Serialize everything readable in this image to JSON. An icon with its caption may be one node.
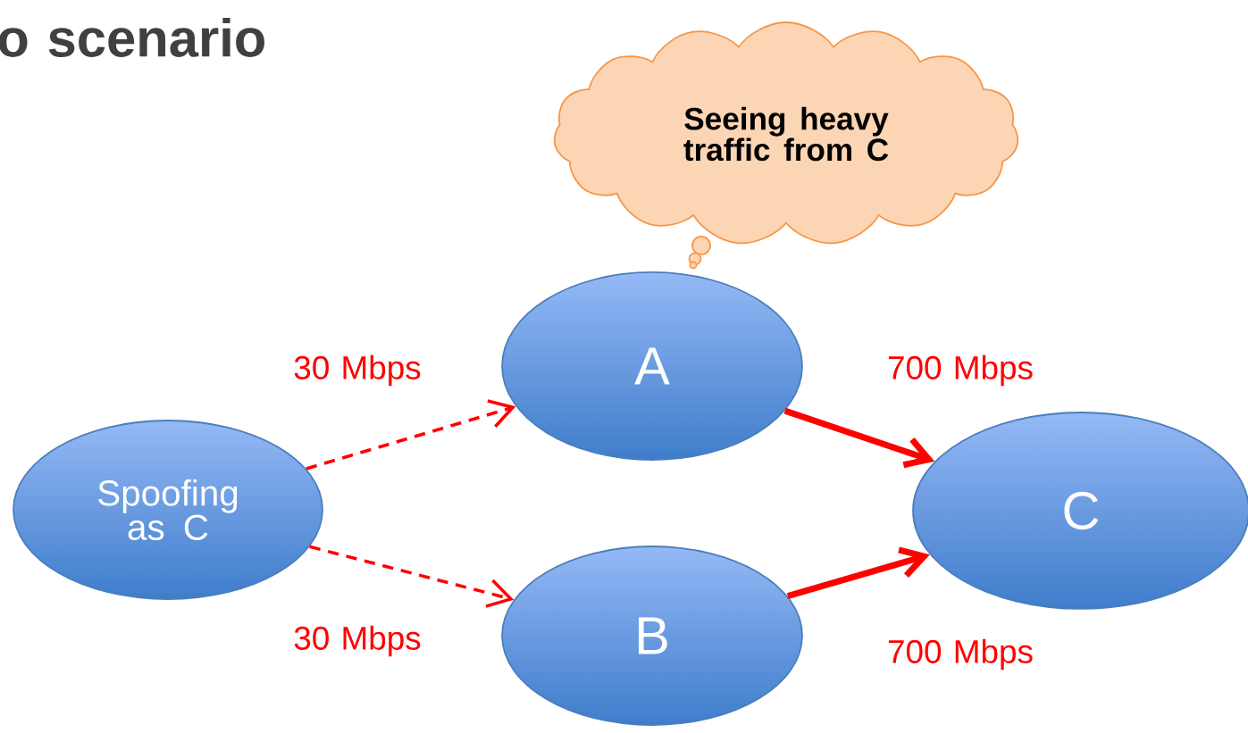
{
  "diagram": {
    "title": "o scenario",
    "nodes": [
      {
        "text": [
          "Seeing heavy traffic from C"
        ]
      },
      {
        "text": [
          "Spoofing as C"
        ]
      },
      {
        "text": [
          "A"
        ]
      },
      {
        "text": [
          "B"
        ]
      },
      {
        "text": [
          "C"
        ]
      }
    ],
    "edges": [
      {
        "from": 1,
        "to": 2,
        "arrow": "to",
        "style": "dashed",
        "label": "30 Mbps"
      },
      {
        "from": 1,
        "to": 3,
        "arrow": "to",
        "style": "dashed",
        "label": "30 Mbps"
      },
      {
        "from": 2,
        "to": 4,
        "arrow": "to",
        "style": "thick",
        "label": "700 Mbps"
      },
      {
        "from": 3,
        "to": 4,
        "arrow": "to",
        "style": "thick",
        "label": "700 Mbps"
      }
    ]
  }
}
